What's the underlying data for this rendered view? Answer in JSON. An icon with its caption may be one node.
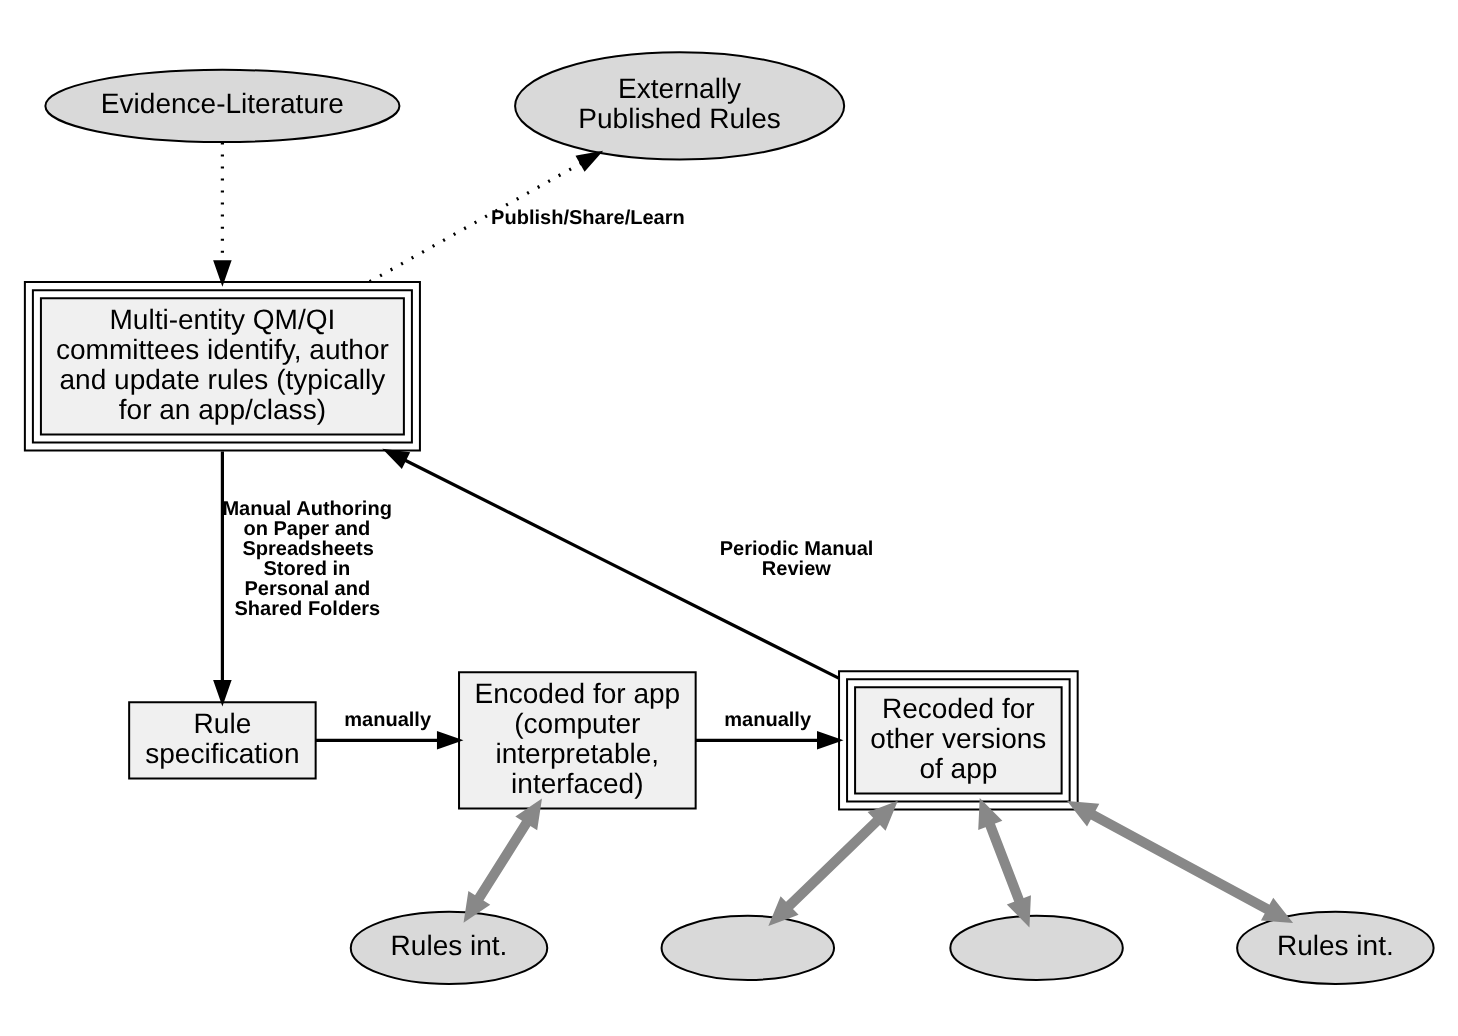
{
  "diagram": {
    "nodes": [
      {
        "text": [
          "Evidence-Literature"
        ]
      },
      {
        "text": [
          "Externally Published Rules"
        ]
      },
      {
        "text": [
          "Multi-entity QM/QI committees identify, author and update rules (typically for an app/class)"
        ]
      },
      {
        "text": [
          "Rule specification"
        ]
      },
      {
        "text": [
          "Encoded for app (computer interpretable, interfaced)"
        ]
      },
      {
        "text": [
          "Recoded for other versions of app"
        ]
      },
      {
        "text": [
          "Rules int."
        ]
      },
      {
        "text": [],
        "shape": "ellipse"
      },
      {
        "text": [],
        "shape": "ellipse"
      },
      {
        "text": [
          "Rules int."
        ]
      }
    ],
    "edges": [
      {
        "from": 0,
        "to": 2,
        "arrow": "to",
        "style": "dashed"
      },
      {
        "from": 2,
        "to": 1,
        "arrow": "to",
        "style": "dashed",
        "label": "Publish/Share/Learn"
      },
      {
        "from": 2,
        "to": 3,
        "arrow": "to",
        "label": "Manual Authoring on Paper and Spreadsheets Stored in Personal and Shared Folders"
      },
      {
        "from": 3,
        "to": 4,
        "arrow": "to",
        "label": "manually"
      },
      {
        "from": 4,
        "to": 5,
        "arrow": "to",
        "label": "manually"
      },
      {
        "from": 5,
        "to": 2,
        "arrow": "to",
        "label": "Periodic Manual Review"
      },
      {
        "from": 4,
        "to": 6,
        "arrow": "both",
        "style": "thick",
        "color": "#888888"
      },
      {
        "from": 5,
        "to": 7,
        "arrow": "both",
        "style": "thick",
        "color": "#888888"
      },
      {
        "from": 5,
        "to": 8,
        "arrow": "both",
        "style": "thick",
        "color": "#888888"
      },
      {
        "from": 5,
        "to": 9,
        "arrow": "both",
        "style": "thick",
        "color": "#888888"
      }
    ]
  }
}
